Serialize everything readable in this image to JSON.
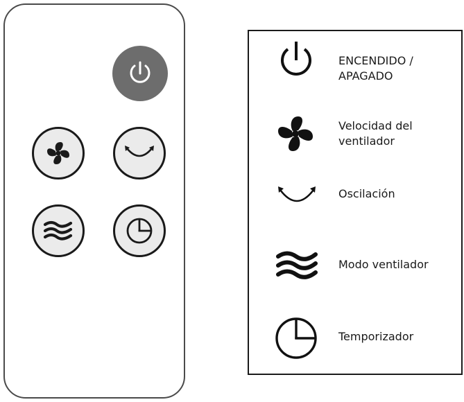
{
  "legend": {
    "items": [
      {
        "icon": "power-icon",
        "label_line1": "ENCENDIDO /",
        "label_line2": "APAGADO"
      },
      {
        "icon": "fan-icon",
        "label_line1": "Velocidad del",
        "label_line2": "ventilador"
      },
      {
        "icon": "oscillation-icon",
        "label_line1": "Oscilación"
      },
      {
        "icon": "fan-mode-icon",
        "label_line1": "Modo ventilador"
      },
      {
        "icon": "timer-icon",
        "label_line1": "Temporizador"
      }
    ]
  },
  "remote": {
    "buttons": [
      {
        "name": "power-button",
        "icon": "power-icon",
        "color": "#6d6d6d"
      },
      {
        "name": "fan-speed-button",
        "icon": "fan-icon",
        "color": "#ebebeb"
      },
      {
        "name": "oscillation-button",
        "icon": "oscillation-icon",
        "color": "#ebebeb"
      },
      {
        "name": "fan-mode-button",
        "icon": "fan-mode-icon",
        "color": "#ebebeb"
      },
      {
        "name": "timer-button",
        "icon": "timer-icon",
        "color": "#ebebeb"
      }
    ]
  }
}
